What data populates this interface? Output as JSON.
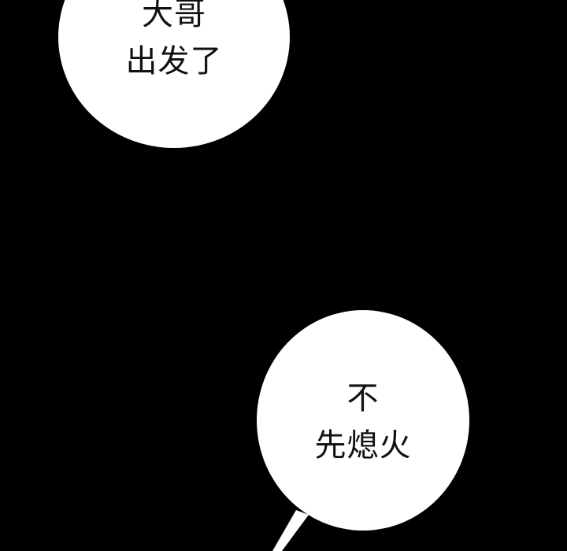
{
  "bubbles": [
    {
      "lines": [
        "大哥",
        "出发了"
      ]
    },
    {
      "lines": [
        "不",
        "先熄火"
      ]
    }
  ],
  "colors": {
    "background": "#000000",
    "bubble": "#ffffff",
    "text": "#111111"
  }
}
